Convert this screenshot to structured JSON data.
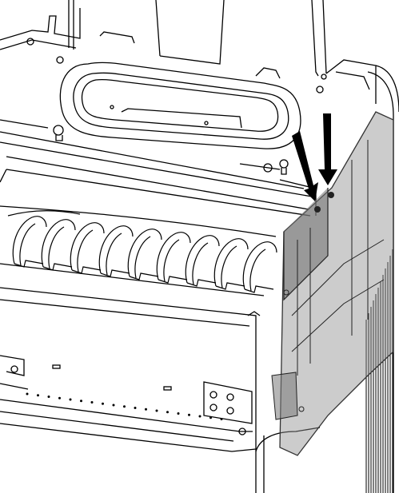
{
  "figure": {
    "subject": "unit-top-assembly-with-side-panel",
    "colors": {
      "line": "#000000",
      "background": "#ffffff",
      "panel_tint": "#8f8f8f",
      "panel_edge": "#333333"
    },
    "arrows": [
      {
        "name": "insert-arrow-left",
        "direction": "down-right"
      },
      {
        "name": "insert-arrow-right",
        "direction": "down"
      }
    ],
    "fan_blade_count": 9
  }
}
